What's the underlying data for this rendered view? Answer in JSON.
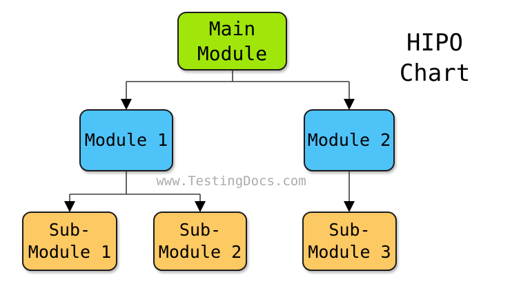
{
  "heading": {
    "lines": [
      "HIPO",
      "Chart"
    ]
  },
  "watermark": "www.TestingDocs.com",
  "colors": {
    "main_module_fill": "#A0E60A",
    "module_fill": "#4EC3F8",
    "sub_module_fill": "#FDC963",
    "node_border": "#1B1B1B",
    "connector_line": "#3C3C3C",
    "arrowhead": "#000000",
    "watermark_text": "#ABABAB",
    "background": "#FFFFFF"
  },
  "diagram": {
    "type": "hierarchy-flowchart",
    "nodes": [
      {
        "id": "main-module",
        "label": "Main Module",
        "lines": [
          "Main",
          "Module"
        ],
        "fill": "#A0E60A",
        "level": 0
      },
      {
        "id": "module-1",
        "label": "Module 1",
        "lines": [
          "Module 1"
        ],
        "fill": "#4EC3F8",
        "level": 1
      },
      {
        "id": "module-2",
        "label": "Module 2",
        "lines": [
          "Module 2"
        ],
        "fill": "#4EC3F8",
        "level": 1
      },
      {
        "id": "sub-module-1",
        "label": "Sub-Module 1",
        "lines": [
          "Sub-",
          "Module 1"
        ],
        "fill": "#FDC963",
        "level": 2
      },
      {
        "id": "sub-module-2",
        "label": "Sub-Module 2",
        "lines": [
          "Sub-",
          "Module 2"
        ],
        "fill": "#FDC963",
        "level": 2
      },
      {
        "id": "sub-module-3",
        "label": "Sub-Module 3",
        "lines": [
          "Sub-",
          "Module 3"
        ],
        "fill": "#FDC963",
        "level": 2
      }
    ],
    "edges": [
      {
        "from": "main-module",
        "to": "module-1"
      },
      {
        "from": "main-module",
        "to": "module-2"
      },
      {
        "from": "module-1",
        "to": "sub-module-1"
      },
      {
        "from": "module-1",
        "to": "sub-module-2"
      },
      {
        "from": "module-2",
        "to": "sub-module-3"
      }
    ]
  }
}
